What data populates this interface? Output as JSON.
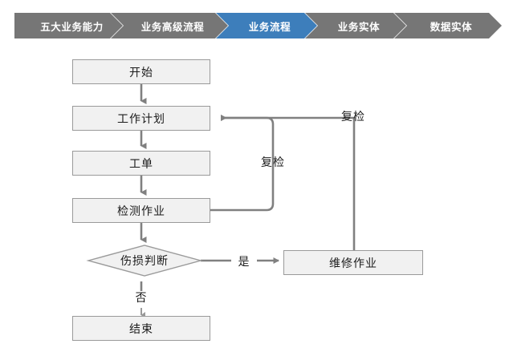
{
  "breadcrumb": {
    "items": [
      {
        "label": "五大业务能力",
        "active": false
      },
      {
        "label": "业务高级流程",
        "active": false
      },
      {
        "label": "业务流程",
        "active": true
      },
      {
        "label": "业务实体",
        "active": false
      },
      {
        "label": "数据实体",
        "active": false
      }
    ],
    "colors": {
      "inactive": "#767676",
      "active": "#3d7ebb",
      "text": "#ffffff"
    }
  },
  "flowchart": {
    "type": "flowchart",
    "colors": {
      "node_fill": "#f1f1f1",
      "node_border": "#9a9a9a",
      "connector": "#808080",
      "text": "#1c1c1c",
      "background": "#ffffff"
    },
    "nodes": [
      {
        "id": "start",
        "label": "开始",
        "shape": "rect"
      },
      {
        "id": "workplan",
        "label": "工作计划",
        "shape": "rect"
      },
      {
        "id": "workorder",
        "label": "工单",
        "shape": "rect"
      },
      {
        "id": "inspection",
        "label": "检测作业",
        "shape": "rect"
      },
      {
        "id": "decision",
        "label": "伤损判断",
        "shape": "diamond"
      },
      {
        "id": "repair",
        "label": "维修作业",
        "shape": "rect"
      },
      {
        "id": "end",
        "label": "结束",
        "shape": "rect"
      }
    ],
    "edges": [
      {
        "from": "start",
        "to": "workplan",
        "label": ""
      },
      {
        "from": "workplan",
        "to": "workorder",
        "label": ""
      },
      {
        "from": "workorder",
        "to": "inspection",
        "label": ""
      },
      {
        "from": "inspection",
        "to": "decision",
        "label": ""
      },
      {
        "from": "inspection",
        "to": "workplan",
        "label": "复检"
      },
      {
        "from": "decision",
        "to": "repair",
        "label": "是"
      },
      {
        "from": "decision",
        "to": "end",
        "label": "否"
      },
      {
        "from": "repair",
        "to": "workplan",
        "label": "复检"
      }
    ],
    "labels": {
      "recheck_inner": "复检",
      "recheck_outer": "复检",
      "yes": "是",
      "no": "否"
    }
  }
}
